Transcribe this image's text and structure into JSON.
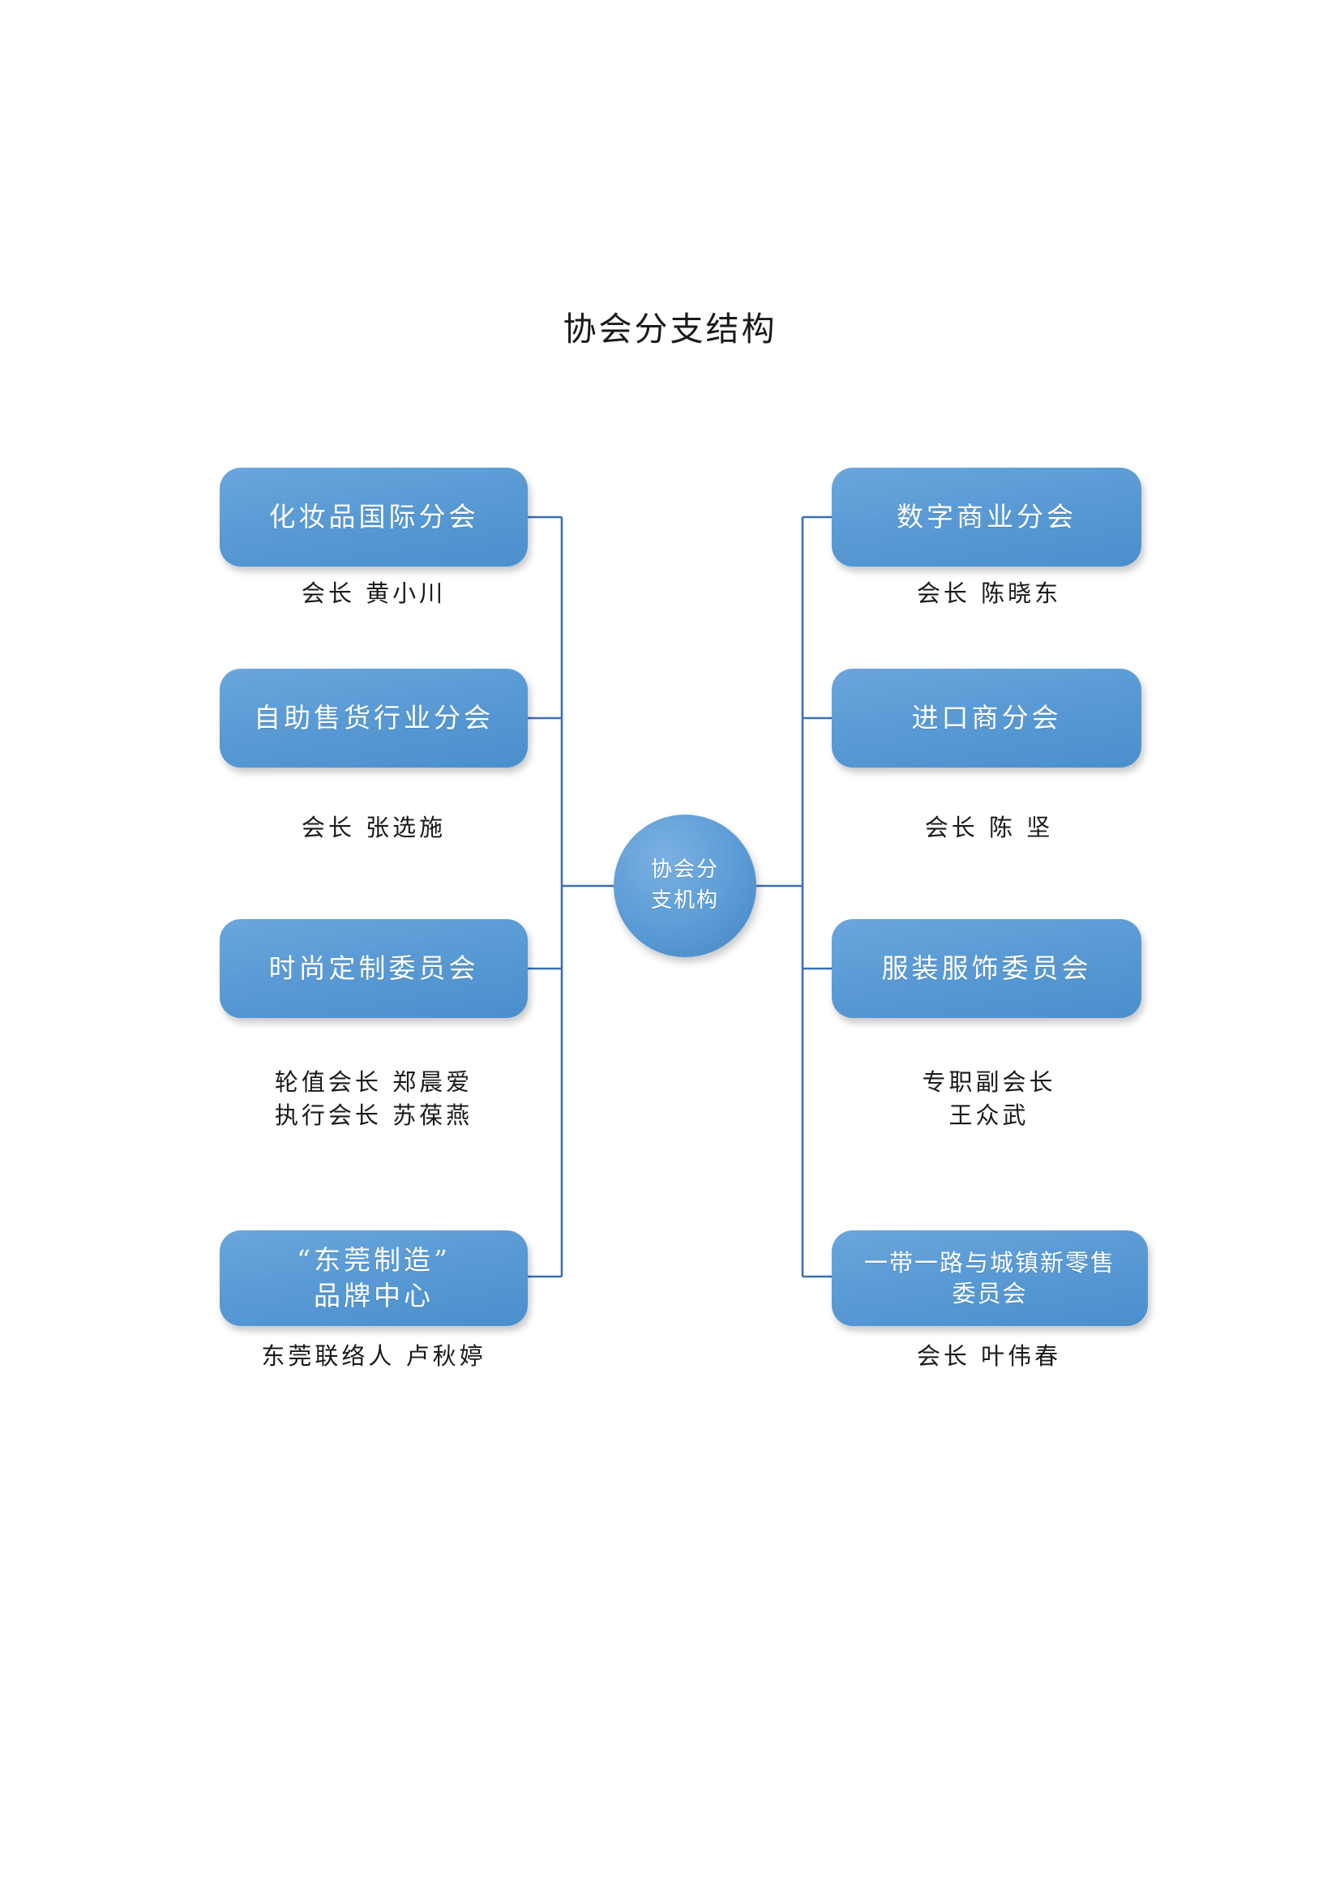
{
  "title": "协会分支结构",
  "center": {
    "label": "协会分\n支机构",
    "color": "#5b9bd5"
  },
  "theme": {
    "node_fill": "#5b9bd5",
    "node_text": "#ffffff",
    "connector": "#3a6fb5",
    "caption_text": "#1a1a1a",
    "background": "#ffffff"
  },
  "left_branch": [
    {
      "name": "化妆品国际分会",
      "caption": "会长  黄小川"
    },
    {
      "name": "自助售货行业分会",
      "caption": "会长  张选施"
    },
    {
      "name": "时尚定制委员会",
      "caption": "轮值会长  郑晨爱\n执行会长  苏葆燕"
    },
    {
      "name": "“东莞制造”\n品牌中心",
      "caption": "东莞联络人  卢秋婷"
    }
  ],
  "right_branch": [
    {
      "name": "数字商业分会",
      "caption": "会长  陈晓东"
    },
    {
      "name": "进口商分会",
      "caption": "会长  陈  坚"
    },
    {
      "name": "服装服饰委员会",
      "caption": "专职副会长\n王众武"
    },
    {
      "name": "一带一路与城镇新零售\n委员会",
      "caption": "会长  叶伟春"
    }
  ]
}
